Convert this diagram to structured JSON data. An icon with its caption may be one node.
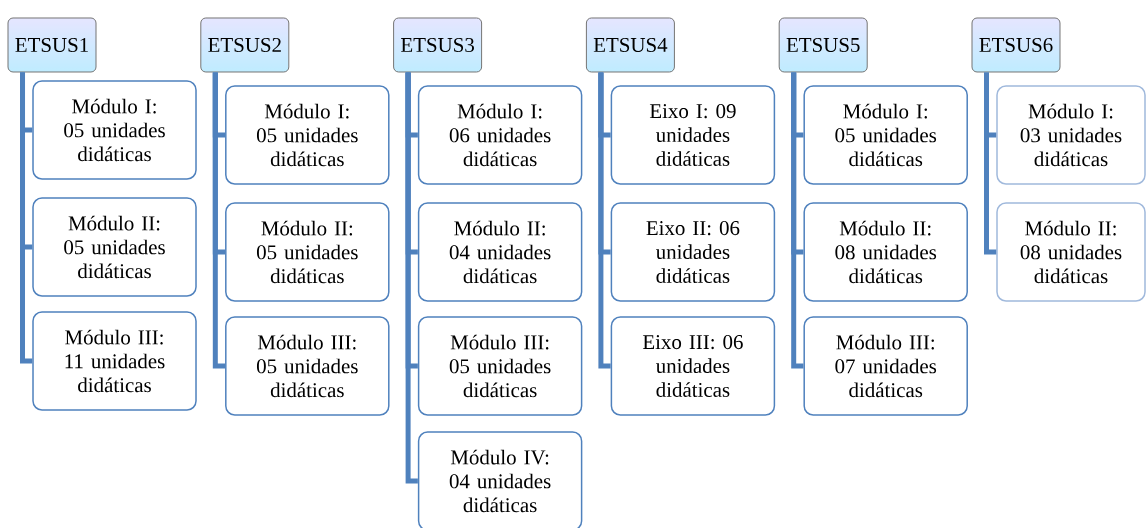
{
  "diagram": {
    "nodes": [
      {
        "text": [
          "ETSUS1"
        ]
      },
      {
        "text": [
          "Módulo I: 05 unidades didáticas"
        ]
      },
      {
        "text": [
          "Módulo II: 05 unidades didáticas"
        ]
      },
      {
        "text": [
          "Módulo III: 11 unidades didáticas"
        ]
      },
      {
        "text": [
          "ETSUS2"
        ]
      },
      {
        "text": [
          "Módulo I: 05 unidades didáticas"
        ]
      },
      {
        "text": [
          "Módulo II: 05 unidades didáticas"
        ]
      },
      {
        "text": [
          "Módulo III: 05 unidades didáticas"
        ]
      },
      {
        "text": [
          "ETSUS3"
        ]
      },
      {
        "text": [
          "Módulo I: 06 unidades didáticas"
        ]
      },
      {
        "text": [
          "Módulo II: 04 unidades didáticas"
        ]
      },
      {
        "text": [
          "Módulo III: 05 unidades didáticas"
        ]
      },
      {
        "text": [
          "Módulo IV: 04 unidades didáticas"
        ]
      },
      {
        "text": [
          "ETSUS4"
        ]
      },
      {
        "text": [
          "Eixo I: 09 unidades didáticas"
        ]
      },
      {
        "text": [
          "Eixo II: 06 unidades didáticas"
        ]
      },
      {
        "text": [
          "Eixo III: 06 unidades didáticas"
        ]
      },
      {
        "text": [
          "ETSUS5"
        ]
      },
      {
        "text": [
          "Módulo I: 05 unidades didáticas"
        ]
      },
      {
        "text": [
          "Módulo II: 08 unidades didáticas"
        ]
      },
      {
        "text": [
          "Módulo III: 07 unidades didáticas"
        ]
      },
      {
        "text": [
          "ETSUS6"
        ]
      },
      {
        "text": [
          "Módulo I: 03 unidades didáticas"
        ]
      },
      {
        "text": [
          "Módulo II: 08 unidades didáticas"
        ]
      }
    ],
    "edges": [
      {
        "from": 0,
        "to": 1,
        "arrow": "none"
      },
      {
        "from": 0,
        "to": 2,
        "arrow": "none"
      },
      {
        "from": 0,
        "to": 3,
        "arrow": "none"
      },
      {
        "from": 4,
        "to": 5,
        "arrow": "none"
      },
      {
        "from": 4,
        "to": 6,
        "arrow": "none"
      },
      {
        "from": 4,
        "to": 7,
        "arrow": "none"
      },
      {
        "from": 8,
        "to": 9,
        "arrow": "none"
      },
      {
        "from": 8,
        "to": 10,
        "arrow": "none"
      },
      {
        "from": 8,
        "to": 11,
        "arrow": "none"
      },
      {
        "from": 8,
        "to": 12,
        "arrow": "none"
      },
      {
        "from": 13,
        "to": 14,
        "arrow": "none"
      },
      {
        "from": 13,
        "to": 15,
        "arrow": "none"
      },
      {
        "from": 13,
        "to": 16,
        "arrow": "none"
      },
      {
        "from": 17,
        "to": 18,
        "arrow": "none"
      },
      {
        "from": 17,
        "to": 19,
        "arrow": "none"
      },
      {
        "from": 17,
        "to": 20,
        "arrow": "none"
      },
      {
        "from": 21,
        "to": 22,
        "arrow": "none"
      },
      {
        "from": 21,
        "to": 23,
        "arrow": "none"
      }
    ]
  }
}
